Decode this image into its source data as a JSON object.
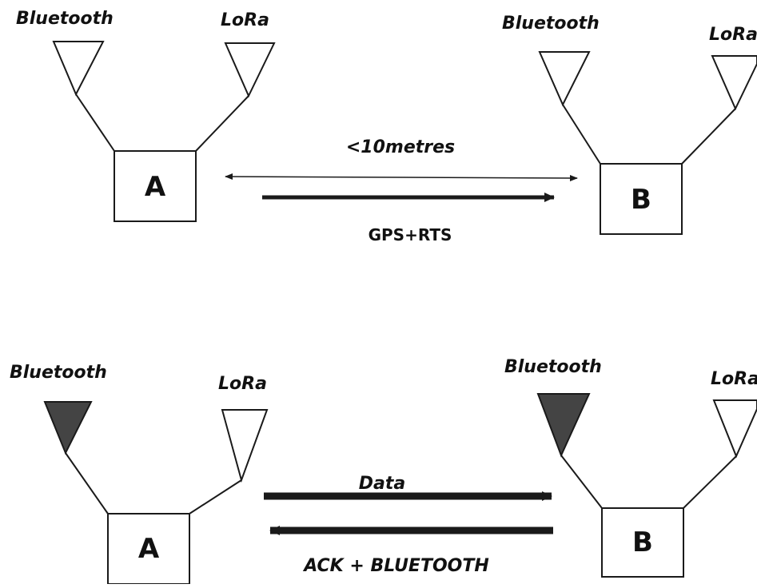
{
  "colors": {
    "line": "#1a1a1a",
    "antenna_active": "#444444",
    "antenna_idle": "#ffffff",
    "background": "#ffffff"
  },
  "scenario_top": {
    "node_a": {
      "letter": "A",
      "left_antenna": {
        "label": "Bluetooth",
        "state": "idle"
      },
      "right_antenna": {
        "label": "LoRa",
        "state": "idle"
      }
    },
    "node_b": {
      "letter": "B",
      "left_antenna": {
        "label": "Bluetooth",
        "state": "idle"
      },
      "right_antenna": {
        "label": "LoRa",
        "state": "idle"
      }
    },
    "range_label": "<10metres",
    "message_label": "GPS+RTS"
  },
  "scenario_bottom": {
    "node_a": {
      "letter": "A",
      "left_antenna": {
        "label": "Bluetooth",
        "state": "active"
      },
      "right_antenna": {
        "label": "LoRa",
        "state": "idle"
      }
    },
    "node_b": {
      "letter": "B",
      "left_antenna": {
        "label": "Bluetooth",
        "state": "active"
      },
      "right_antenna": {
        "label": "LoRa",
        "state": "idle"
      }
    },
    "data_label": "Data",
    "ack_label": "ACK + BLUETOOTH"
  }
}
